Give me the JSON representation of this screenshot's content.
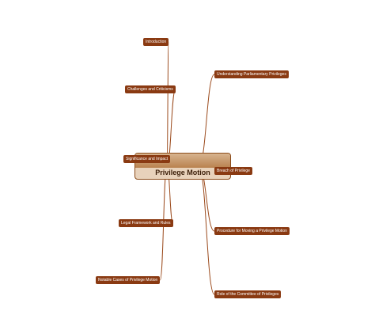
{
  "central_topic": "Privilege Motion",
  "colors": {
    "branch": "#8a3a12",
    "connector": "#9b4a1c",
    "central_fill": "#e8d2bb"
  },
  "branches": [
    {
      "id": "introduction",
      "label": "Introduction"
    },
    {
      "id": "challenges",
      "label": "Challenges and Criticisms"
    },
    {
      "id": "significance",
      "label": "Significance and Impact"
    },
    {
      "id": "legal",
      "label": "Legal Framework and Rules"
    },
    {
      "id": "cases",
      "label": "Notable Cases of Privilege Motion"
    },
    {
      "id": "privileges",
      "label": "Understanding Parliamentary Privileges"
    },
    {
      "id": "breach",
      "label": "Breach of Privilege"
    },
    {
      "id": "procedure",
      "label": "Procedure for Moving a Privilege Motion"
    },
    {
      "id": "committee",
      "label": "Role of the Committee of Privileges"
    }
  ]
}
